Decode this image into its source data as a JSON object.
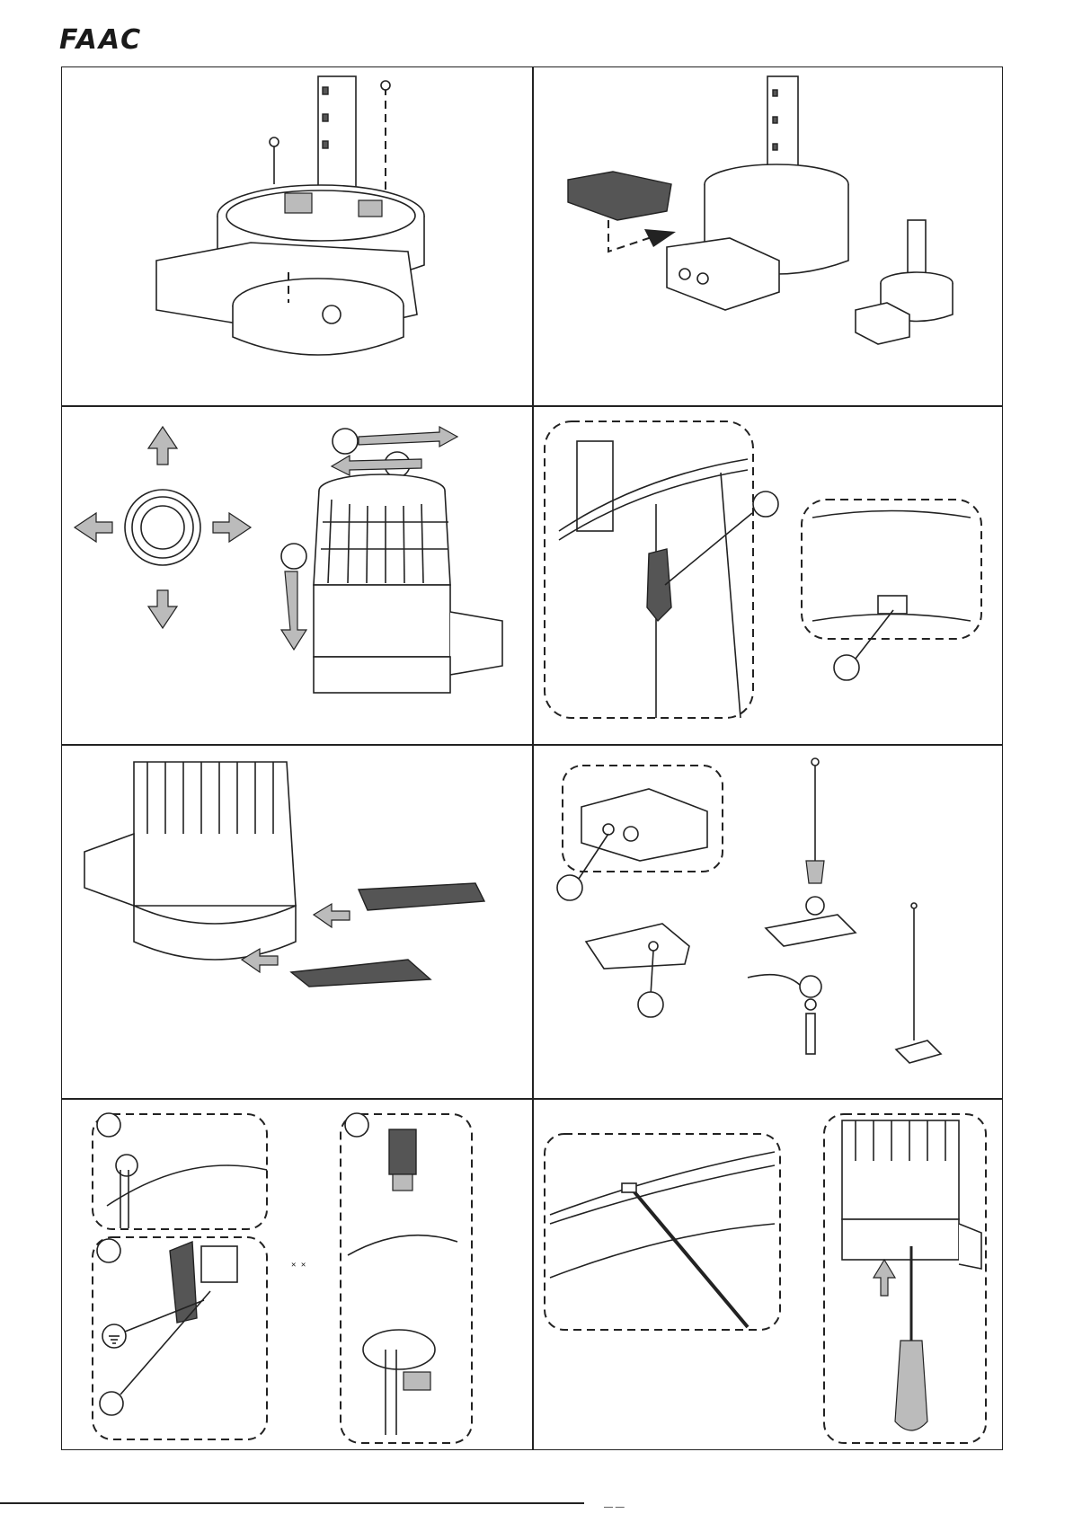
{
  "header": {
    "brand": "FAAC"
  },
  "footer": {
    "code": "✕ ✕",
    "mark": "— —"
  },
  "panels": [
    {
      "name": "panel-board-mounting",
      "icon": "pcb-mounting-illustration"
    },
    {
      "name": "panel-cover-insertion",
      "icon": "side-cover-illustration"
    },
    {
      "name": "panel-lamp-orientation",
      "icon": "lamp-rotation-illustration"
    },
    {
      "name": "panel-clip-detail",
      "icon": "clip-detail-illustration"
    },
    {
      "name": "panel-rail-slides",
      "icon": "rail-slide-illustration"
    },
    {
      "name": "panel-antenna-options",
      "icon": "antenna-illustration"
    },
    {
      "name": "panel-wiring-detail",
      "icon": "wiring-illustration"
    },
    {
      "name": "panel-screwdriver-release",
      "icon": "screwdriver-illustration"
    }
  ]
}
